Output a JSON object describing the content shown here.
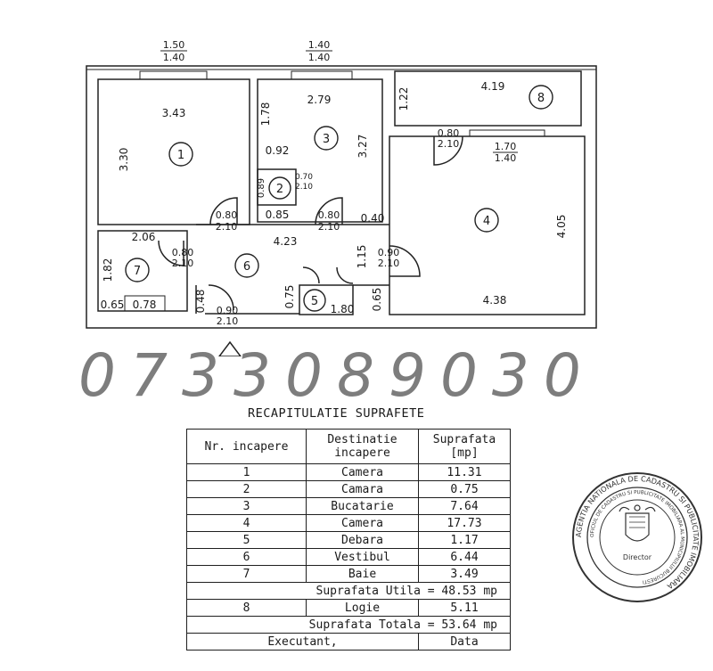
{
  "plan": {
    "top_dims": [
      {
        "a": "1.50",
        "b": "1.40"
      },
      {
        "a": "1.40",
        "b": "1.40"
      }
    ],
    "dims": {
      "room1_width": "3.43",
      "room1_height": "3.30",
      "room3_width": "2.79",
      "room3_left": "1.78",
      "room3_right": "3.27",
      "room3_inner": "0.92",
      "room8_width": "4.19",
      "room8_height": "1.22",
      "door_0_80_a": "0.80",
      "door_2_10_a": "2.10",
      "win_1_70": "1.70",
      "win_1_40": "1.40",
      "room2_width": "0.85",
      "room2_h": "0.89",
      "door_0_70": "0.70",
      "door_2_10_b": "2.10",
      "door_0_80_b": "0.80",
      "door_2_10_c": "2.10",
      "door_0_80_c": "0.80",
      "door_2_10_d": "2.10",
      "d_0_40": "0.40",
      "room4_height": "4.05",
      "room4_width": "4.38",
      "room6_width": "4.23",
      "room7_width": "2.06",
      "door_0_80_d": "0.80",
      "door_2_10_e": "2.10",
      "room7_height": "1.82",
      "room7_a": "0.65",
      "room7_b": "0.78",
      "room6_048": "0.48",
      "door_0_90_a": "0.90",
      "door_2_10_f": "2.10",
      "d_0_75": "0.75",
      "room5_width": "1.80",
      "d_0_65": "0.65",
      "d_1_15": "1.15",
      "door_0_90_b": "0.90",
      "door_2_10_g": "2.10"
    },
    "rooms": [
      "1",
      "2",
      "3",
      "4",
      "5",
      "6",
      "7",
      "8"
    ]
  },
  "phone": "0733089030",
  "recap": {
    "title": "RECAPITULATIE SUPRAFETE",
    "headers": [
      "Nr. incapere",
      "Destinatie incapere",
      "Suprafata [mp]"
    ],
    "rows": [
      {
        "nr": "1",
        "dest": "Camera",
        "sup": "11.31"
      },
      {
        "nr": "2",
        "dest": "Camara",
        "sup": "0.75"
      },
      {
        "nr": "3",
        "dest": "Bucatarie",
        "sup": "7.64"
      },
      {
        "nr": "4",
        "dest": "Camera",
        "sup": "17.73"
      },
      {
        "nr": "5",
        "dest": "Debara",
        "sup": "1.17"
      },
      {
        "nr": "6",
        "dest": "Vestibul",
        "sup": "6.44"
      },
      {
        "nr": "7",
        "dest": "Baie",
        "sup": "3.49"
      }
    ],
    "util": "Suprafata Utila = 48.53 mp",
    "logie": {
      "nr": "8",
      "dest": "Logie",
      "sup": "5.11"
    },
    "total": "Suprafata Totala = 53.64 mp",
    "exec": "Executant,",
    "data": "Data"
  },
  "stamp": {
    "outer_text": "AGENTIA NATIONALA DE CADASTRU SI PUBLICITATE IMOBILIARA",
    "inner_text": "OFICIUL DE CADASTRU SI PUBLICITATE IMOBILIARA AL MUNICIPIULUI BUCURESTI",
    "role": "Director"
  }
}
